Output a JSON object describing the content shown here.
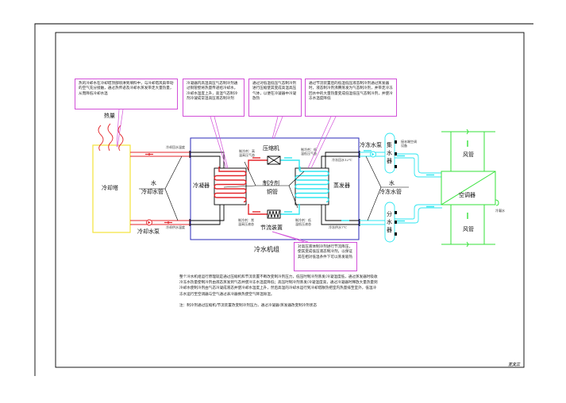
{
  "diagram": {
    "title": "冷水机组",
    "signature": "王文三",
    "colors": {
      "cooling_water": "#e3262b",
      "chilled_water": "#2ee6f0",
      "unit_frame": "#2a2ab8",
      "cooling_tower": "#f2e33a",
      "air_handler": "#36e23a",
      "callout_border": "#d24fd8",
      "frame": "#000000"
    },
    "labels": {
      "heat": "热量",
      "cooling_tower": "冷却塔",
      "cooling_water_pipe_water": "水",
      "cooling_water_pipe": "冷却水管",
      "cooling_pump": "冷却水泵",
      "cooling_out_temp": "冷却回水温度",
      "cooling_in_temp": "冷却供水温度",
      "condenser": "冷凝器",
      "compressor": "压缩机",
      "refrigerant": "制冷剂",
      "copper_pipe": "铜管",
      "evaporator": "蒸发器",
      "expansion_valve": "节流装置",
      "hp_gas_note": "制冷剂：高温高压气态",
      "hp_liquid_note": "制冷剂：常温高压液态",
      "lp_gas_note": "制冷剂：低温低压气态",
      "lp_liquid_note": "制冷剂：低温低压液态",
      "chilled_return_temp": "冷冻回水12℃",
      "chilled_supply_temp": "冷冻供水7℃",
      "chilled_pump": "冷冻水泵",
      "chilled_pipe_water": "水",
      "chilled_pipe": "冷冻水管",
      "collector": "集水器",
      "distributor": "分水器",
      "collector_note": "接末端空调设备",
      "air_duct_top": "风管",
      "air_duct_bottom": "风管",
      "air_handler": "空调器",
      "condensate": "冷凝水",
      "chiller_unit": "冷水机组"
    },
    "callouts": [
      {
        "id": "cooling-tower-note",
        "text": "热的冷却水在冷却塔顶部喷淋到填料中，与冷却塔风扇带动的空气充分接触，通过热传递及冷却水蒸发带走大量热量，从而降低冷却水温"
      },
      {
        "id": "condenser-note",
        "text": "冷凝器内高温高压气态制冷剂通过铜管壁将热量传递给冷却水，冷却水温度上升，高温气态制冷剂冷凝成常温高压液态制冷剂"
      },
      {
        "id": "compressor-note",
        "text": "通过对低温低压气态制冷剂进行压缩使其变成高温高压气体，以便在冷凝器中冷凝放热"
      },
      {
        "id": "evaporator-note",
        "text": "通过节流装置后的低温低压液态制冷剂通过蒸发器时，液态制冷剂沸腾蒸发为气态制冷剂，并带走冷冻回水中的大量热量变成低温低压气态制冷剂，并使冷冻水温度降低"
      },
      {
        "id": "expansion-note",
        "text": "对高压液体制冷剂进行节流降压，使其变成低压液态制冷剂，以保证其在相对低温条件下可以蒸发吸热"
      }
    ],
    "description": [
      "整个冷水机组运行原理就是通过压缩机和节流装置不断改变制冷剂压力，低压时制冷剂蒸发/冷凝温度低，通过蒸发器时吸收冷冻水热量使制冷剂由液态蒸发到气态并使冷冻水温度降低；高压时制冷剂蒸发/冷凝温度高，通过冷凝器时释放大量热量到冷却水使制冷剂由气态冷凝成液态并使冷却水温度上升，然后高温的冷却水运行到冷却塔散热把室内热量排至室外，低温冷冻水运行至空调器与空气通过表冷器换热使空气降温除湿。",
      "注：制冷剂通过压缩机/节流装置改变制冷剂压力，通过冷凝器/蒸发器改变制冷剂状态"
    ]
  }
}
